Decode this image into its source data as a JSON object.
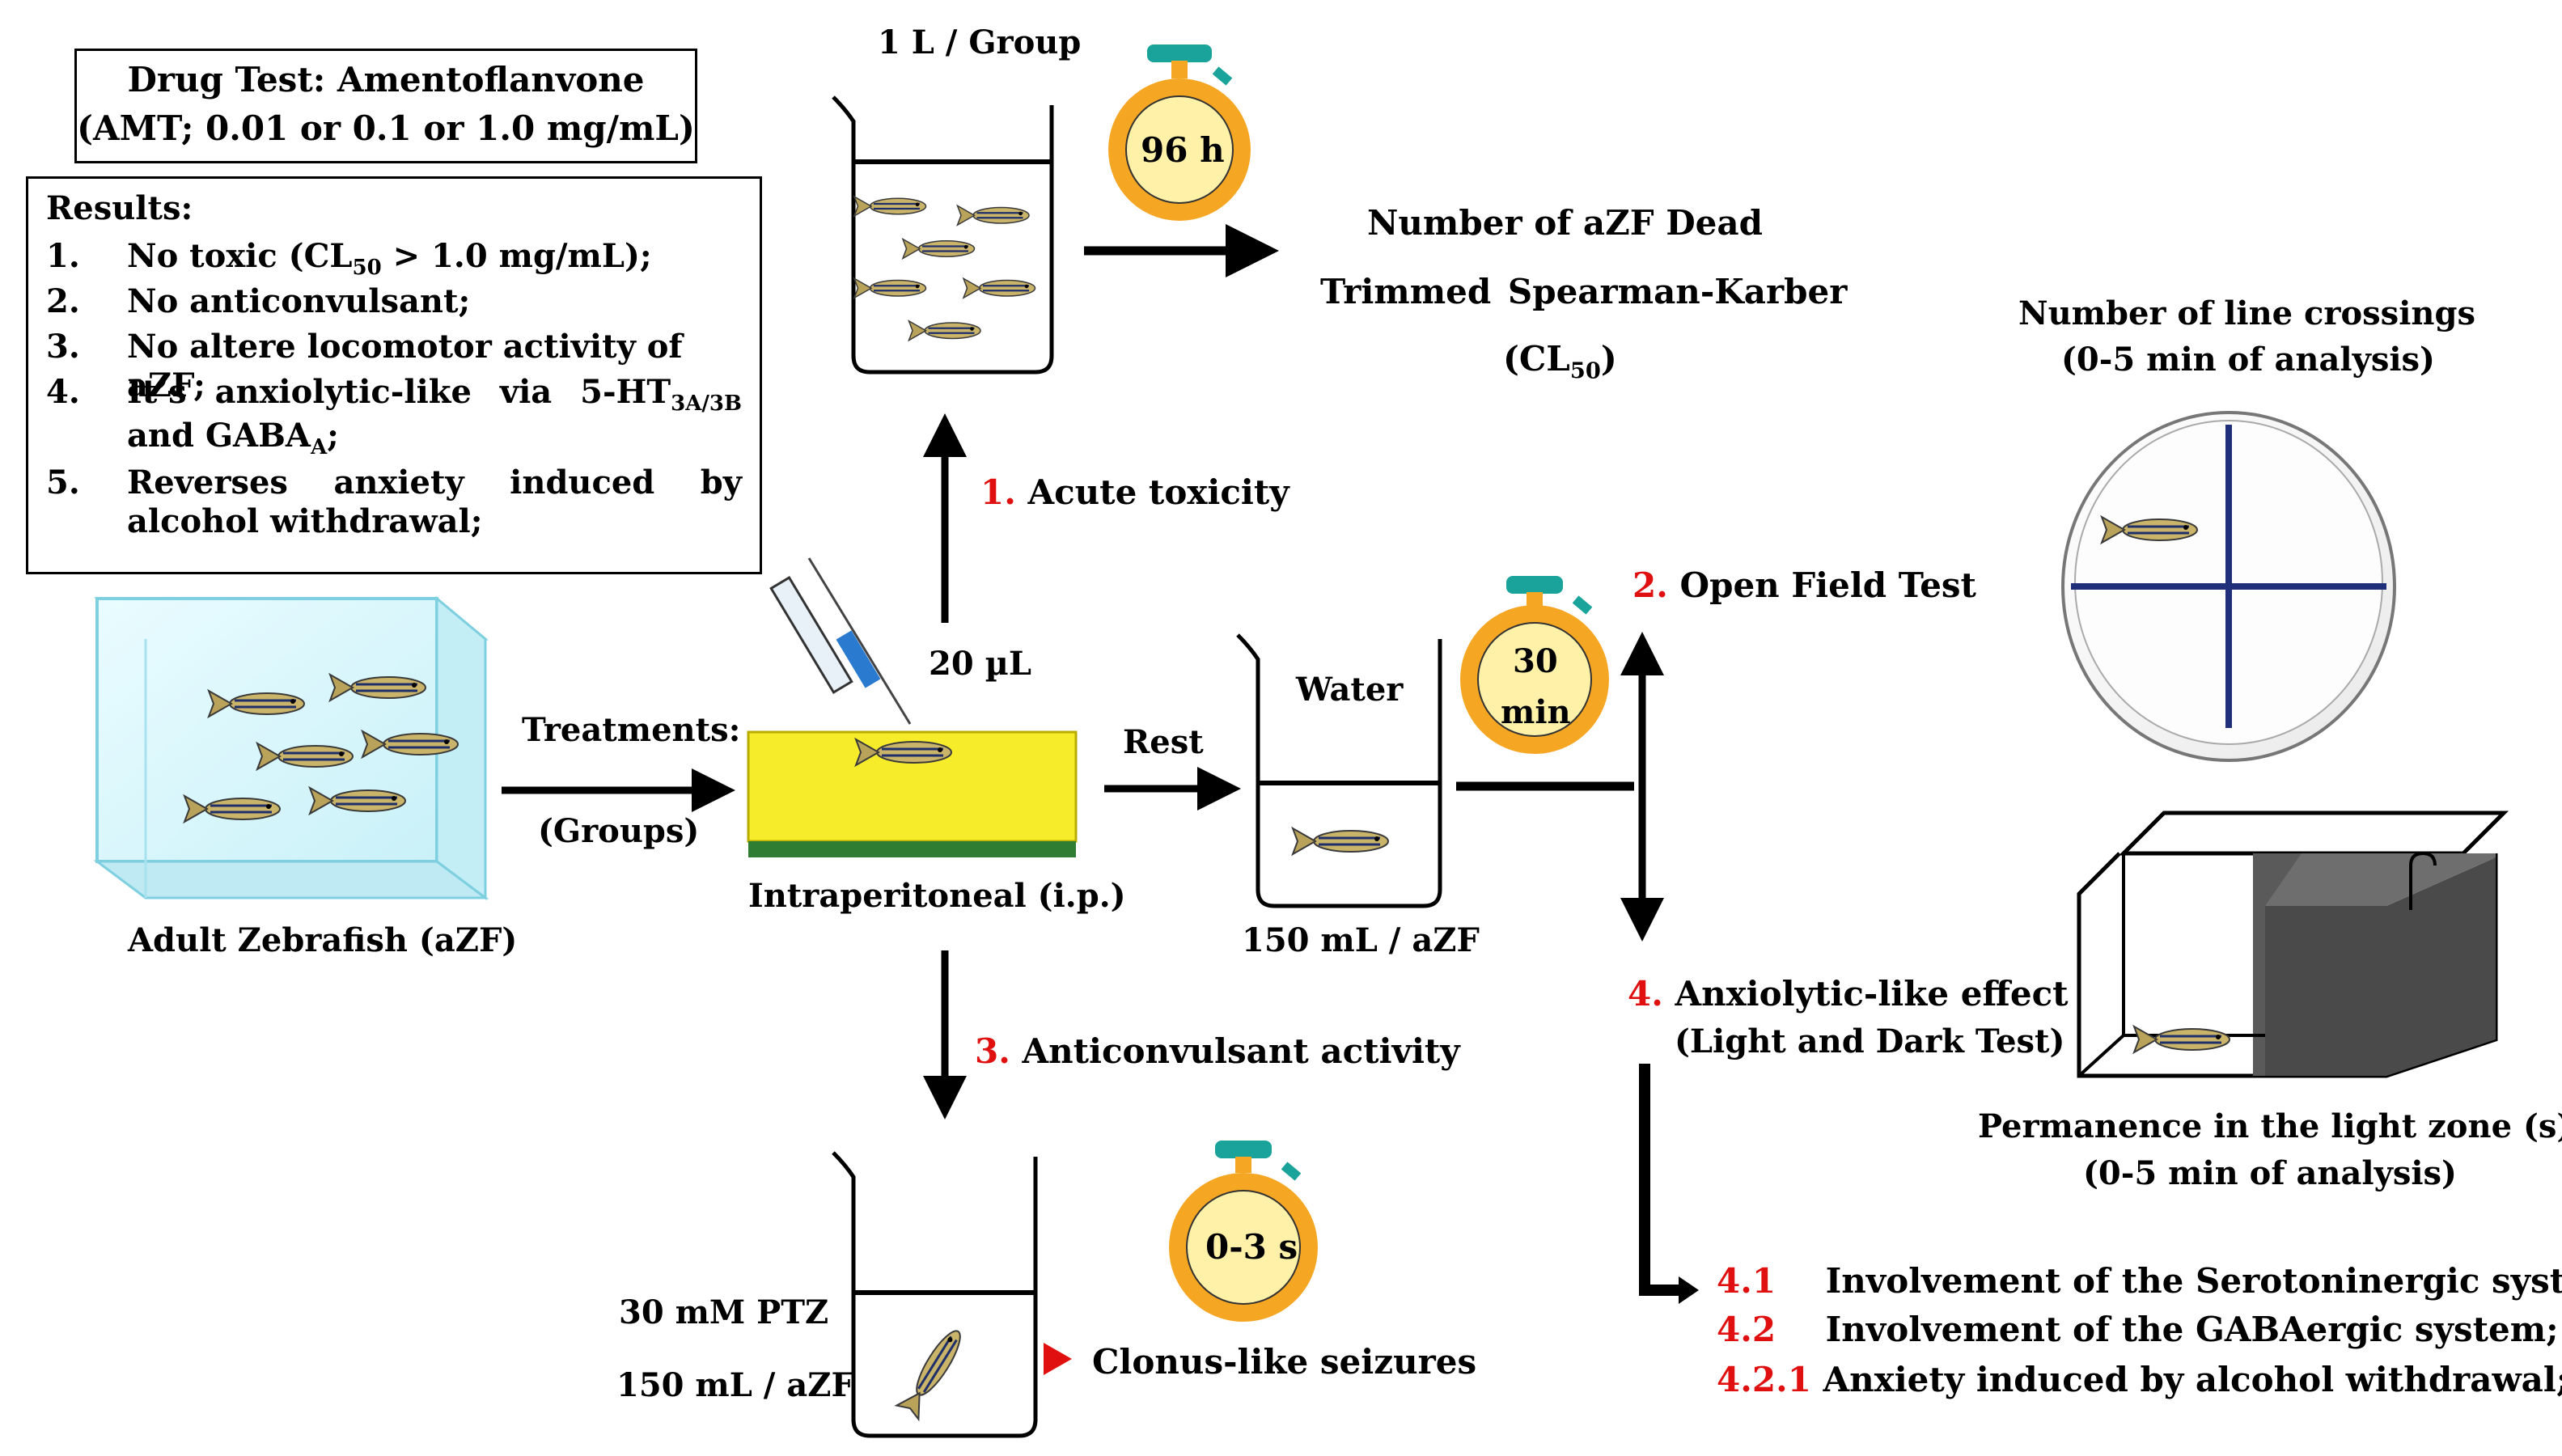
{
  "drug_test": {
    "line1": "Drug Test: Amentoflanvone",
    "line2": "(AMT; 0.01 or 0.1 or 1.0 mg/mL)"
  },
  "results": {
    "title": "Results:",
    "items": [
      {
        "num": "1.",
        "text": "No toxic (CL",
        "sub": "50",
        "text2": " > 1.0 mg/mL);"
      },
      {
        "num": "2.",
        "text": "No anticonvulsant;"
      },
      {
        "num": "3.",
        "text": "No altere locomotor activity of aZF;"
      },
      {
        "num": "4.",
        "text": "It’s anxiolytic-like via 5-HT",
        "sub": "3A/3B",
        "text2": "and GABA",
        "sub2": "A",
        "text3": ";"
      },
      {
        "num": "5.",
        "text": "Reverses anxiety induced by",
        "text2": "alcohol withdrawal;"
      }
    ]
  },
  "adult_zebrafish": "Adult Zebrafish (aZF)",
  "treatments": {
    "label": "Treatments:",
    "groups": "(Groups)"
  },
  "injection": {
    "volume": "20 µL",
    "route": "Intraperitoneal (i.p.)"
  },
  "rest": "Rest",
  "rest_beaker": {
    "label": "Water",
    "volume": "150 mL / aZF"
  },
  "timers": {
    "acute": "96 h",
    "rest_line1": "30",
    "rest_line2": "min",
    "seizure": "0-3 s"
  },
  "acute": {
    "group_volume": "1 L / Group",
    "step_num": "1.",
    "step_label": "Acute toxicity",
    "result1": "Number of aZF Dead",
    "result2": "Trimmed Spearman-Karber",
    "result3": "(CL",
    "result3_sub": "50",
    "result3_end": ")"
  },
  "open_field": {
    "step_num": "2.",
    "step_label": "Open Field Test",
    "metric1": "Number of line crossings",
    "metric2": "(0-5 min of analysis)"
  },
  "anticonvulsant": {
    "step_num": "3.",
    "step_label": "Anticonvulsant activity",
    "ptz": "30 mM PTZ",
    "volume": "150 mL / aZF",
    "outcome": "Clonus-like seizures"
  },
  "anxiolytic": {
    "step_num": "4.",
    "step_label": "Anxiolytic-like effect",
    "test_name": "(Light and Dark Test)",
    "metric1": "Permanence in the light zone (s)",
    "metric2": "(0-5 min of analysis)",
    "sub_steps": [
      {
        "num": "4.1",
        "text": "Involvement of the Serotoninergic system;"
      },
      {
        "num": "4.2",
        "text": "Involvement of the GABAergic system;"
      },
      {
        "num": "4.2.1",
        "text": "Anxiety induced by alcohol withdrawal;"
      }
    ]
  },
  "colors": {
    "step_number": "#e01010",
    "timer_orange": "#f5a623",
    "timer_face": "#fff2a8",
    "timer_cap": "#1aa39a",
    "sponge_yellow": "#f7ec2a",
    "sponge_green": "#2e7d32",
    "cross_blue": "#1f2f7a"
  }
}
